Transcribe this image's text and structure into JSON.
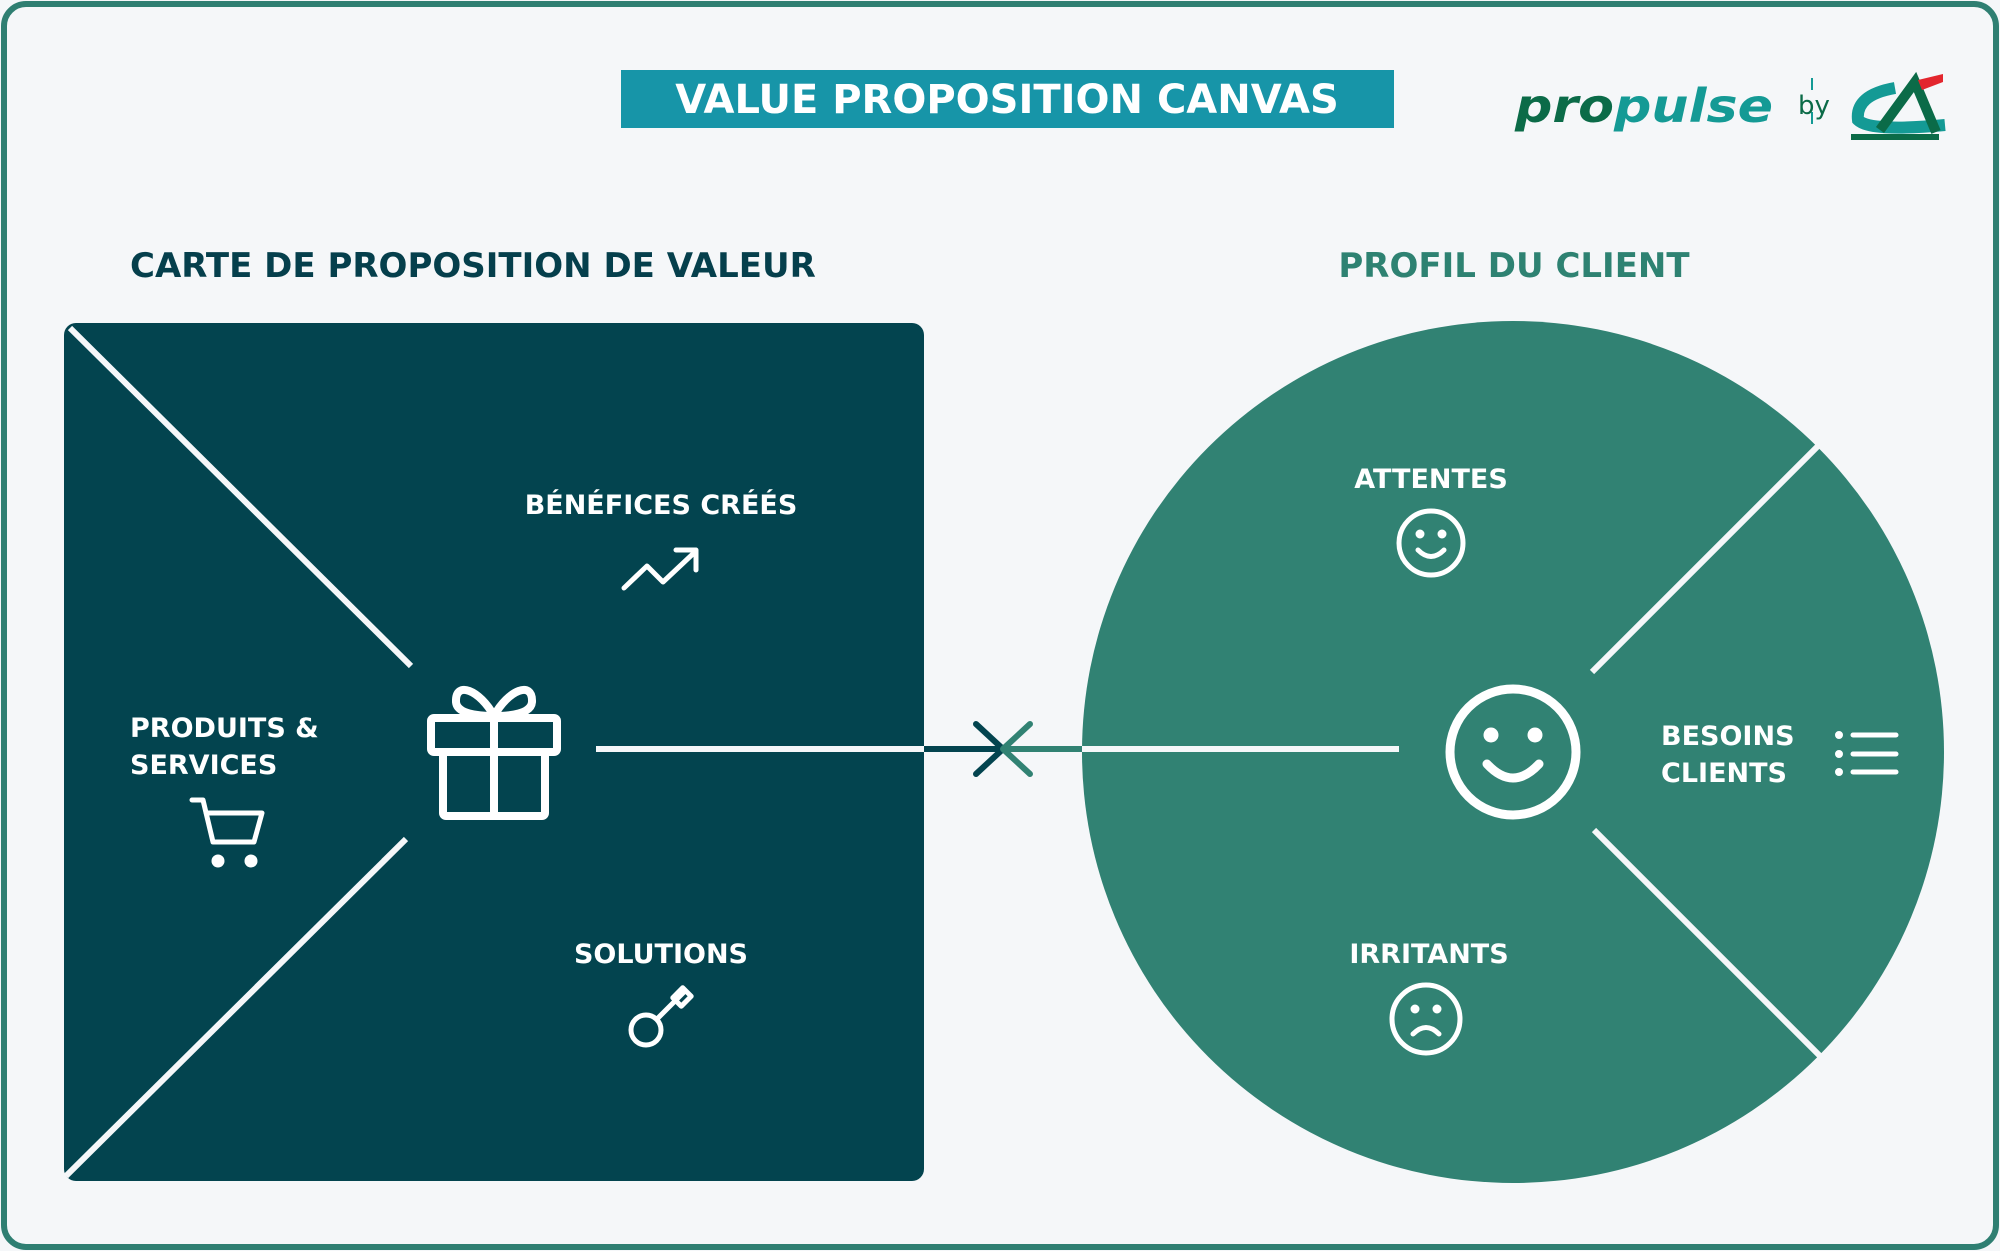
{
  "title": "VALUE PROPOSITION CANVAS",
  "logo": {
    "part1": "pro",
    "part2": "pulse",
    "by": "by",
    "brand": "CA"
  },
  "left": {
    "heading": "CARTE DE PROPOSITION DE VALEUR",
    "center_icon": "gift-icon",
    "sections": [
      {
        "label": "BÉNÉFICES CRÉÉS",
        "icon": "trending-up-icon"
      },
      {
        "label_line1": "PRODUITS &",
        "label_line2": "SERVICES",
        "icon": "shopping-cart-icon"
      },
      {
        "label": "SOLUTIONS",
        "icon": "key-icon"
      }
    ]
  },
  "right": {
    "heading": "PROFIL DU CLIENT",
    "center_icon": "smiley-icon",
    "sections": [
      {
        "label": "ATTENTES",
        "icon": "smiley-icon"
      },
      {
        "label_line1": "BESOINS",
        "label_line2": "CLIENTS",
        "icon": "list-icon"
      },
      {
        "label": "IRRITANTS",
        "icon": "frown-icon"
      }
    ]
  },
  "colors": {
    "background": "#f5f7f9",
    "frame": "#2f7f72",
    "title_banner": "#1795a8",
    "value_map": "#03444f",
    "customer_profile": "#318273",
    "left_heading": "#053f4c",
    "right_heading": "#2e8272",
    "logo_dark": "#0b6b48",
    "logo_teal": "#149a95",
    "logo_red": "#e3262e"
  }
}
